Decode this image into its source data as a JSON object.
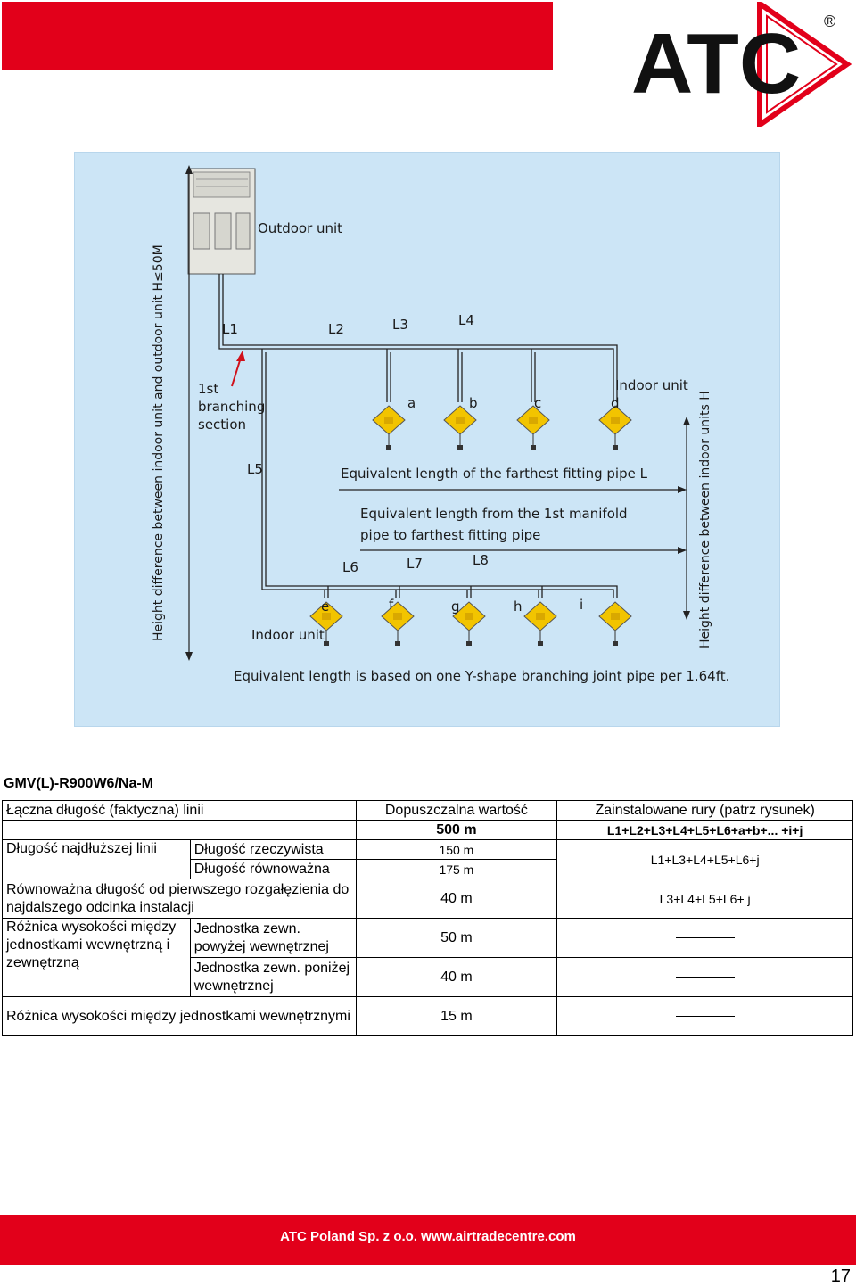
{
  "header": {
    "brand": "ATC",
    "registered": "®"
  },
  "diagram": {
    "outdoor_unit": "Outdoor unit",
    "h_label_left": "Height difference between indoor unit and outdoor unit H≤50M",
    "h_label_right": "Height difference between indoor units H",
    "first_branch": [
      "1st",
      "branching",
      "section"
    ],
    "pipes": [
      "L1",
      "L2",
      "L3",
      "L4",
      "L5",
      "L6",
      "L7",
      "L8"
    ],
    "units_top": [
      "a",
      "b",
      "c",
      "d"
    ],
    "units_bottom": [
      "e",
      "f",
      "g",
      "h",
      "i"
    ],
    "indoor_unit_top": "Indoor unit",
    "indoor_unit_bottom": "Indoor unit",
    "eq_farthest": "Equivalent length of the farthest fitting pipe L",
    "eq_manifold_1": "Equivalent length from the 1st manifold",
    "eq_manifold_2": "pipe to farthest fitting pipe",
    "note": "Equivalent length is based on one Y-shape branching joint pipe per 1.64ft."
  },
  "model": "GMV(L)-R900W6/Na-M",
  "table": {
    "r1_c1": "Łączna długość (faktyczna) linii",
    "r1_c3": "Dopuszczalna wartość",
    "r1_c4": "Zainstalowane rury (patrz rysunek)",
    "r2_c3": "500 m",
    "r2_c4": "L1+L2+L3+L4+L5+L6+a+b+... +i+j",
    "r3_c1": "Długość najdłuższej linii",
    "r3_c2": "Długość rzeczywista",
    "r3_c3": "150 m",
    "r3_c4": "L1+L3+L4+L5+L6+j",
    "r4_c2": "Długość równoważna",
    "r4_c3": "175 m",
    "r5_c1": "Równoważna długość od pierwszego rozgałęzienia do najdalszego odcinka instalacji",
    "r5_c3": "40 m",
    "r5_c4": "L3+L4+L5+L6+ j",
    "r6_c1": "Różnica wysokości między jednostkami wewnętrzną i zewnętrzną",
    "r6_c2": "Jednostka zewn. powyżej wewnętrznej",
    "r6_c3": "50 m",
    "r7_c2": "Jednostka zewn. poniżej wewnętrznej",
    "r7_c3": "40 m",
    "r8_c1": "Różnica wysokości między jednostkami wewnętrznymi",
    "r8_c3": "15 m"
  },
  "footer": {
    "text": "ATC Poland Sp. z o.o. www.airtradecentre.com",
    "page": "17"
  },
  "colors": {
    "brand_red": "#e2001a",
    "diagram_bg": "#cce5f6"
  }
}
